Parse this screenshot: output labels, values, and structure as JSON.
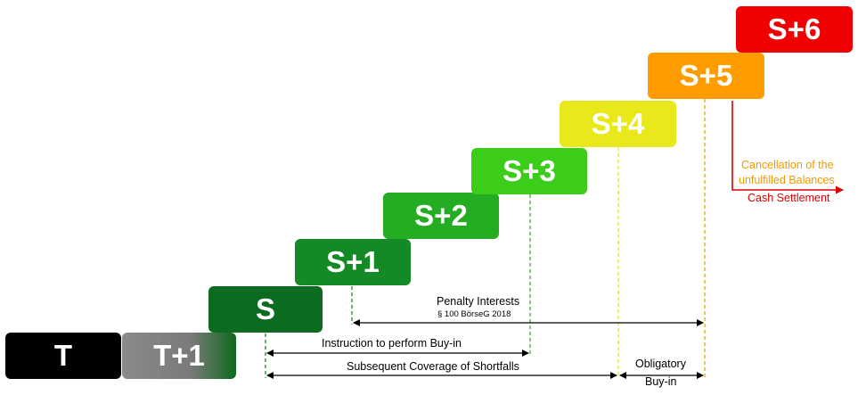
{
  "steps": [
    {
      "id": "T",
      "label": "T",
      "color": "#000000"
    },
    {
      "id": "T1",
      "label": "T+1",
      "color": "#808080"
    },
    {
      "id": "S",
      "label": "S",
      "color": "#0b6b1f"
    },
    {
      "id": "S1",
      "label": "S+1",
      "color": "#138a26"
    },
    {
      "id": "S2",
      "label": "S+2",
      "color": "#24ad22"
    },
    {
      "id": "S3",
      "label": "S+3",
      "color": "#3ccc1a"
    },
    {
      "id": "S4",
      "label": "S+4",
      "color": "#e8e81a"
    },
    {
      "id": "S5",
      "label": "S+5",
      "color": "#ff9c00"
    },
    {
      "id": "S6",
      "label": "S+6",
      "color": "#f00000"
    }
  ],
  "annotations": {
    "penalty_title": "Penalty Interests",
    "penalty_sub": "§ 100 BörseG 2018",
    "instruction": "Instruction to perform Buy-in",
    "subsequent": "Subsequent Coverage of Shortfalls",
    "obligatory_line1": "Obligatory",
    "obligatory_line2": "Buy-in",
    "cancellation_line1": "Cancellation of the",
    "cancellation_line2": "unfulfilled Balances",
    "cash_settlement": "Cash Settlement"
  },
  "colors": {
    "orange_text": "#f09a00",
    "red_text": "#e00000",
    "dash_green_dark": "#1a8a1a",
    "dash_green": "#3ab820",
    "dash_yellow": "#e8e81a",
    "dash_orange": "#ff9c00",
    "red_arrow": "#e00000"
  }
}
